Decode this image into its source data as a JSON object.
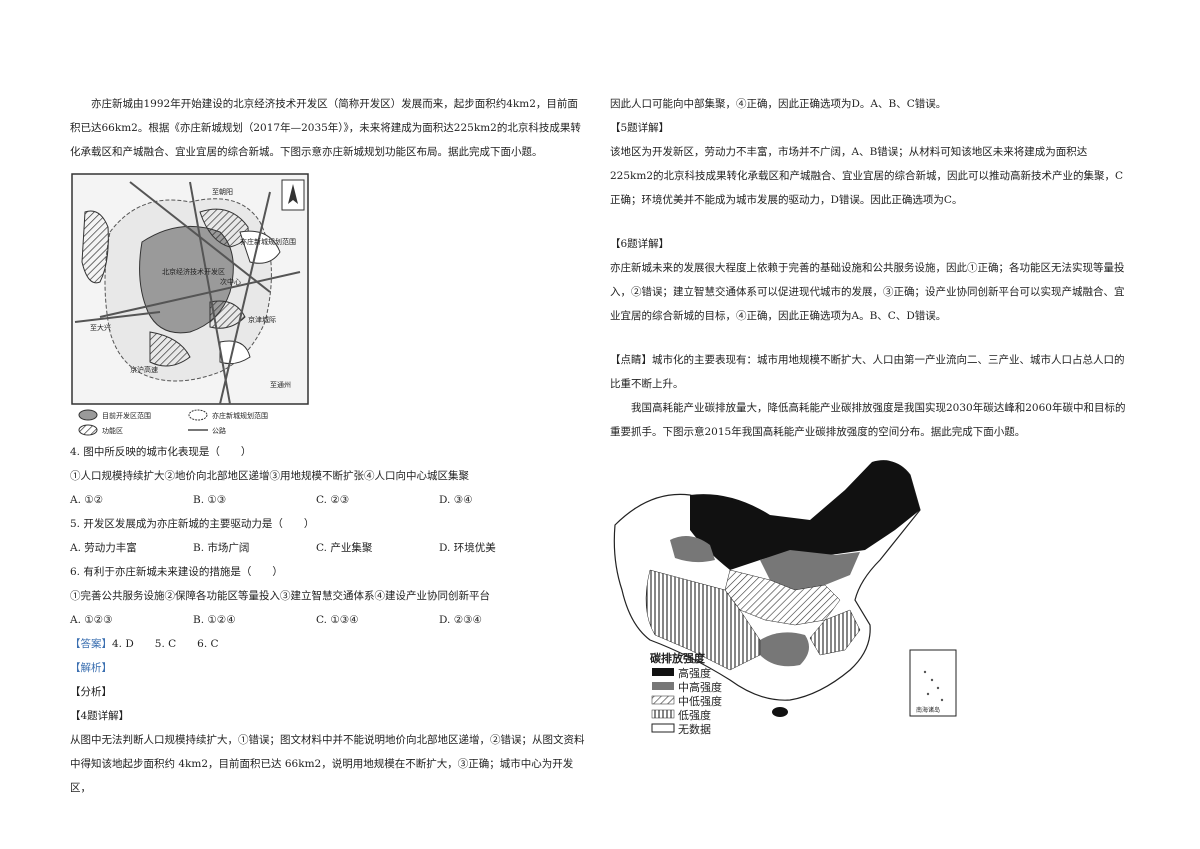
{
  "left": {
    "intro": "亦庄新城由1992年开始建设的北京经济技术开发区（简称开发区）发展而来，起步面积约4km2，目前面积已达66km2。根据《亦庄新城规划（2017年—2035年）》，未来将建成为面积达225km2的北京科技成果转化承载区和产城融合、宜业宜居的综合新城。下图示意亦庄新城规划功能区布局。据此完成下面小题。",
    "map1": {
      "labels": [
        "至朝阳",
        "北京经济技术开发区",
        "亦庄新城规划范围",
        "次中心",
        "至大兴",
        "京沪高速",
        "京津城际",
        "至通州"
      ],
      "legend": [
        "目前开发区范围",
        "亦庄新城规划范围",
        "功能区",
        "公路"
      ]
    },
    "q4": "4. 图中所反映的城市化表现是（　　）",
    "q4_items": "①人口规模持续扩大②地价向北部地区递增③用地规模不断扩张④人口向中心城区集聚",
    "q4_opts": [
      "A. ①②",
      "B. ①③",
      "C. ②③",
      "D. ③④"
    ],
    "q5": "5. 开发区发展成为亦庄新城的主要驱动力是（　　）",
    "q5_opts": [
      "A. 劳动力丰富",
      "B. 市场广阔",
      "C. 产业集聚",
      "D. 环境优美"
    ],
    "q6": "6. 有利于亦庄新城未来建设的措施是（　　）",
    "q6_items": "①完善公共服务设施②保障各功能区等量投入③建立智慧交通体系④建设产业协同创新平台",
    "q6_opts": [
      "A. ①②③",
      "B. ①②④",
      "C. ①③④",
      "D. ②③④"
    ],
    "answer_tag": "【答案】",
    "answer_text": "4. D　　5. C　　6. C",
    "analysis_tag": "【解析】",
    "fenxi": "【分析】",
    "d4_head": "【4题详解】",
    "d4_text": "从图中无法判断人口规模持续扩大，①错误；图文材料中并不能说明地价向北部地区递增，②错误；从图文资料中得知该地起步面积约 4km2，目前面积已达 66km2，说明用地规模在不断扩大，③正确；城市中心为开发区，"
  },
  "right": {
    "cont4": "因此人口可能向中部集聚，④正确，因此正确选项为D。A、B、C错误。",
    "d5_head": "【5题详解】",
    "d5_text": "该地区为开发新区，劳动力不丰富，市场并不广阔，A、B错误；从材料可知该地区未来将建成为面积达225km2的北京科技成果转化承载区和产城融合、宜业宜居的综合新城，因此可以推动高新技术产业的集聚，C正确；环境优美并不能成为城市发展的驱动力，D错误。因此正确选项为C。",
    "d6_head": "【6题详解】",
    "d6_text": "亦庄新城未来的发展很大程度上依赖于完善的基础设施和公共服务设施，因此①正确；各功能区无法实现等量投入，②错误；建立智慧交通体系可以促进现代城市的发展，③正确；设产业协同创新平台可以实现产城融合、宜业宜居的综合新城的目标，④正确，因此正确选项为A。B、C、D错误。",
    "dianjing": "【点睛】城市化的主要表现有：城市用地规模不断扩大、人口由第一产业流向二、三产业、城市人口占总人口的比重不断上升。",
    "intro2": "我国高耗能产业碳排放量大，降低高耗能产业碳排放强度是我国实现2030年碳达峰和2060年碳中和目标的重要抓手。下图示意2015年我国高耗能产业碳排放强度的空间分布。据此完成下面小题。",
    "map2": {
      "legend_title": "碳排放强度",
      "legend": [
        "高强度",
        "中高强度",
        "中低强度",
        "低强度",
        "无数据"
      ],
      "inset_label": "南海诸岛"
    }
  }
}
